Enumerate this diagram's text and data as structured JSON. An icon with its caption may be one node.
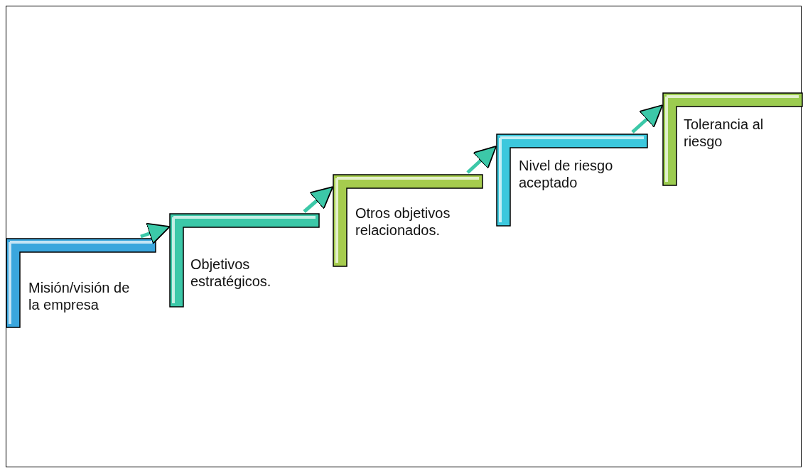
{
  "diagram": {
    "nodes": [
      {
        "text": [
          "Misión/visión de la empresa"
        ]
      },
      {
        "text": [
          "Objetivos estratégicos."
        ]
      },
      {
        "text": [
          "Otros objetivos relacionados."
        ]
      },
      {
        "text": [
          "Nivel de riesgo aceptado"
        ]
      },
      {
        "text": [
          "Tolerancia al riesgo"
        ]
      }
    ],
    "edges": [
      {
        "from": 0,
        "to": 1,
        "arrow": "to"
      },
      {
        "from": 1,
        "to": 2,
        "arrow": "to"
      },
      {
        "from": 2,
        "to": 3,
        "arrow": "to"
      },
      {
        "from": 3,
        "to": 4,
        "arrow": "to"
      }
    ]
  }
}
